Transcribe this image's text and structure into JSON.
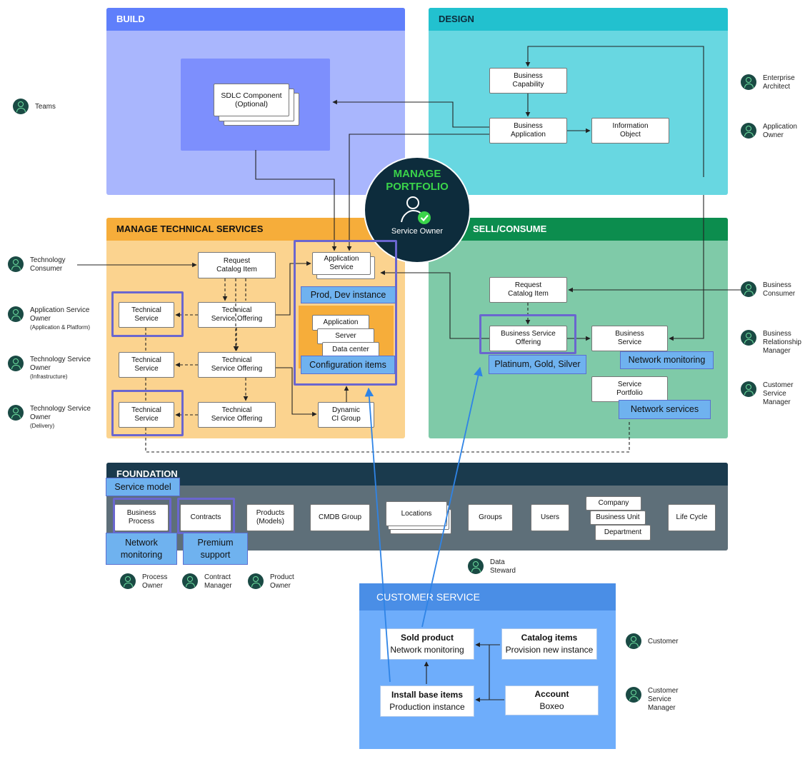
{
  "sections": {
    "build": "BUILD",
    "design": "DESIGN",
    "manage_technical": "MANAGE TECHNICAL SERVICES",
    "sell_consume": "SELL/CONSUME",
    "foundation": "FOUNDATION",
    "customer_service": "CUSTOMER SERVICE"
  },
  "hub": {
    "title_line1": "MANAGE",
    "title_line2": "PORTFOLIO",
    "role": "Service Owner",
    "accent": "#3ad44a"
  },
  "build": {
    "sdlc": "SDLC Component\n(Optional)"
  },
  "design": {
    "business_capability": "Business\nCapability",
    "business_application": "Business\nApplication",
    "information_object": "Information\nObject"
  },
  "technical": {
    "request_catalog_item": "Request\nCatalog Item",
    "offering_1": "Technical\nService Offering",
    "offering_2": "Technical\nService Offering",
    "offering_3": "Technical\nService Offering",
    "service_1": "Technical\nService",
    "service_2": "Technical\nService",
    "service_3": "Technical\nService",
    "application_service": "Application\nService",
    "application": "Application",
    "server": "Server",
    "data_center": "Data center",
    "dynamic_ci_group": "Dynamic\nCI Group"
  },
  "sell": {
    "request_catalog_item": "Request\nCatalog Item",
    "business_service_offering": "Business Service\nOffering",
    "business_service": "Business\nService",
    "service_portfolio": "Service\nPortfolio"
  },
  "foundation": {
    "items": [
      "Business\nProcess",
      "Contracts",
      "Products\n(Models)",
      "CMDB Group",
      "Locations",
      "Groups",
      "Users",
      "Company",
      "Business Unit",
      "Department",
      "Life Cycle"
    ]
  },
  "tags": {
    "prod_dev": "Prod, Dev instance",
    "config_items": "Configuration items",
    "platinum": "Platinum, Gold, Silver",
    "net_mon_sell": "Network monitoring",
    "net_services": "Network services",
    "service_model": "Service model",
    "net_mon_found": "Network\nmonitoring",
    "premium": "Premium\nsupport"
  },
  "customer_service": {
    "sold_title": "Sold product",
    "sold_value": "Network monitoring",
    "catalog_title": "Catalog items",
    "catalog_value": "Provision new instance",
    "install_title": "Install base items",
    "install_value": "Production instance",
    "account_title": "Account",
    "account_value": "Boxeo"
  },
  "roles": {
    "teams": "Teams",
    "enterprise_architect": "Enterprise\nArchitect",
    "application_owner": "Application\nOwner",
    "technology_consumer": "Technology\nConsumer",
    "app_service_owner": "Application Service\nOwner",
    "app_service_owner_sub": "(Application & Platform)",
    "tech_service_owner_infra": "Technology Service\nOwner",
    "tech_service_owner_infra_sub": "(Infrastructure)",
    "tech_service_owner_delivery": "Technology Service\nOwner",
    "tech_service_owner_delivery_sub": "(Delivery)",
    "business_consumer": "Business\nConsumer",
    "business_relationship_manager": "Business\nRelationship\nManager",
    "customer_service_manager": "Customer\nService\nManager",
    "process_owner": "Process\nOwner",
    "contract_manager": "Contract\nManager",
    "product_owner": "Product\nOwner",
    "data_steward": "Data\nSteward",
    "customer": "Customer",
    "cs_manager": "Customer\nService\nManager"
  },
  "colors": {
    "build": "#a9b6fd",
    "build_header": "#5f7ffb",
    "build_inner": "#7d8ffd",
    "design": "#68d7e1",
    "design_header": "#22c1cf",
    "technical": "#fbd38f",
    "technical_header": "#f6ad3a",
    "sell": "#7fcaa8",
    "sell_header": "#0c8d4e",
    "foundation": "#5e6f79",
    "foundation_header": "#1a3a4d",
    "customer_service": "#6eadfb",
    "customer_service_header": "#4a8ee6",
    "hub": "#0d2c3c",
    "tag": "#6fb2ef",
    "highlight": "#6a66cf"
  }
}
